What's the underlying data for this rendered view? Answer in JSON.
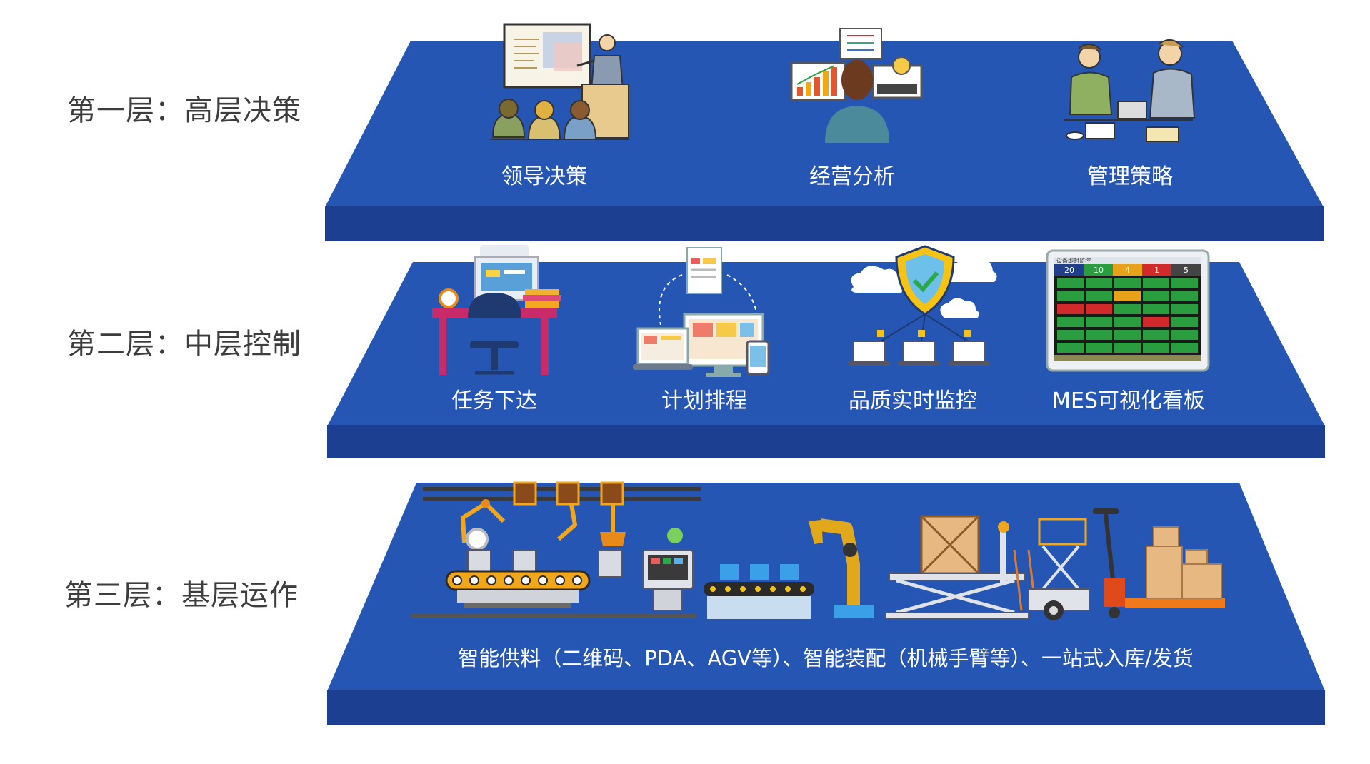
{
  "layers": [
    {
      "title": "第一层：高层决策",
      "items": [
        "领导决策",
        "经营分析",
        "管理策略"
      ]
    },
    {
      "title": "第二层：中层控制",
      "items": [
        "任务下达",
        "计划排程",
        "品质实时监控",
        "MES可视化看板"
      ]
    },
    {
      "title": "第三层：基层运作",
      "caption": "智能供料（二维码、PDA、AGV等）、智能装配（机械手臂等）、一站式入库/发货"
    }
  ],
  "dashboard": {
    "header": "设备即时监控",
    "counts": [
      "20",
      "10",
      "4",
      "1",
      "5"
    ]
  },
  "colors": {
    "platform_top": "#2656b4",
    "platform_front": "#1c3f91",
    "title_text": "#3d3d3d"
  }
}
